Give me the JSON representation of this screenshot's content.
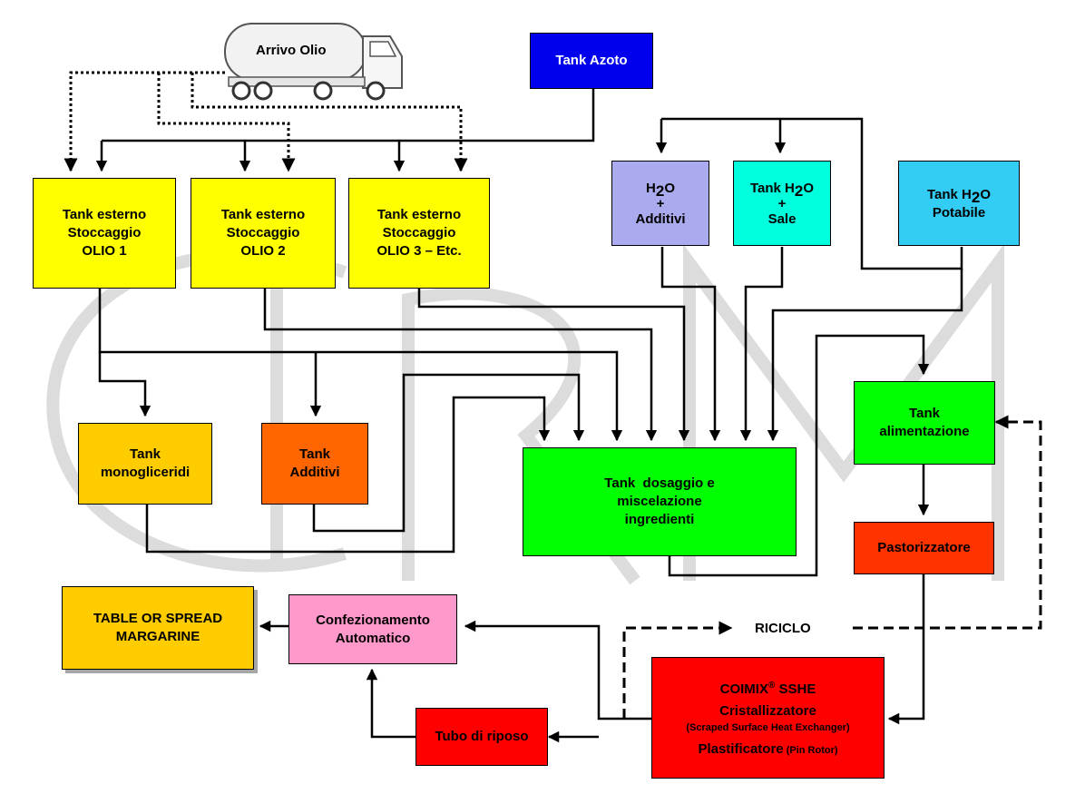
{
  "truck": {
    "label": "Arrivo Olio"
  },
  "nodes": {
    "tank_azoto": {
      "label": "Tank Azoto",
      "color": "#0000ee",
      "text_color": "#ffffff"
    },
    "tank_olio1": {
      "line1": "Tank esterno",
      "line2": "Stoccaggio",
      "line3": "OLIO 1",
      "color": "#ffff00"
    },
    "tank_olio2": {
      "line1": "Tank esterno",
      "line2": "Stoccaggio",
      "line3": "OLIO 2",
      "color": "#ffff00"
    },
    "tank_olio3": {
      "line1": "Tank esterno",
      "line2": "Stoccaggio",
      "line3": "OLIO 3 – Etc.",
      "color": "#ffff00"
    },
    "h2o_additivi": {
      "h": "H",
      "sub": "2",
      "o": "O",
      "plus": "+",
      "line2": "Additivi",
      "color": "#aaaaee"
    },
    "h2o_sale": {
      "pre": "Tank H",
      "sub": "2",
      "o": "O",
      "plus": "+",
      "line2": "Sale",
      "color": "#00ffdd"
    },
    "h2o_potabile": {
      "pre": "Tank H",
      "sub": "2",
      "o": "O",
      "line2": "Potabile",
      "color": "#33ccf5"
    },
    "tank_monogliceridi": {
      "line1": "Tank",
      "line2": "monogliceridi",
      "color": "#ffcc00"
    },
    "tank_additivi": {
      "line1": "Tank",
      "line2": "Additivi",
      "color": "#ff6600"
    },
    "tank_dosaggio": {
      "line1": "Tank  dosaggio e",
      "line2": "miscelazione",
      "line3": "ingredienti",
      "color": "#00ff00"
    },
    "tank_alimentazione": {
      "line1": "Tank",
      "line2": "alimentazione",
      "color": "#00ff00"
    },
    "pastorizzatore": {
      "label": "Pastorizzatore",
      "color": "#ff3300"
    },
    "coimix": {
      "title": "COIMIX",
      "reg": "®",
      "title2": " SSHE",
      "line2": "Cristallizzatore",
      "line3": "(Scraped Surface Heat Exchanger)",
      "line4": "Plastificatore",
      "line4b": " (Pin Rotor)",
      "color": "#ff0000"
    },
    "confezionamento": {
      "line1": "Confezionamento",
      "line2": "Automatico",
      "color": "#ff99cc"
    },
    "tubo_riposo": {
      "label": "Tubo di riposo",
      "color": "#ff0000"
    },
    "table_spread": {
      "line1": "TABLE OR SPREAD",
      "line2": "MARGARINE",
      "color": "#ffcc00"
    }
  },
  "riciclo_label": "RICICLO",
  "watermark": "CRM"
}
